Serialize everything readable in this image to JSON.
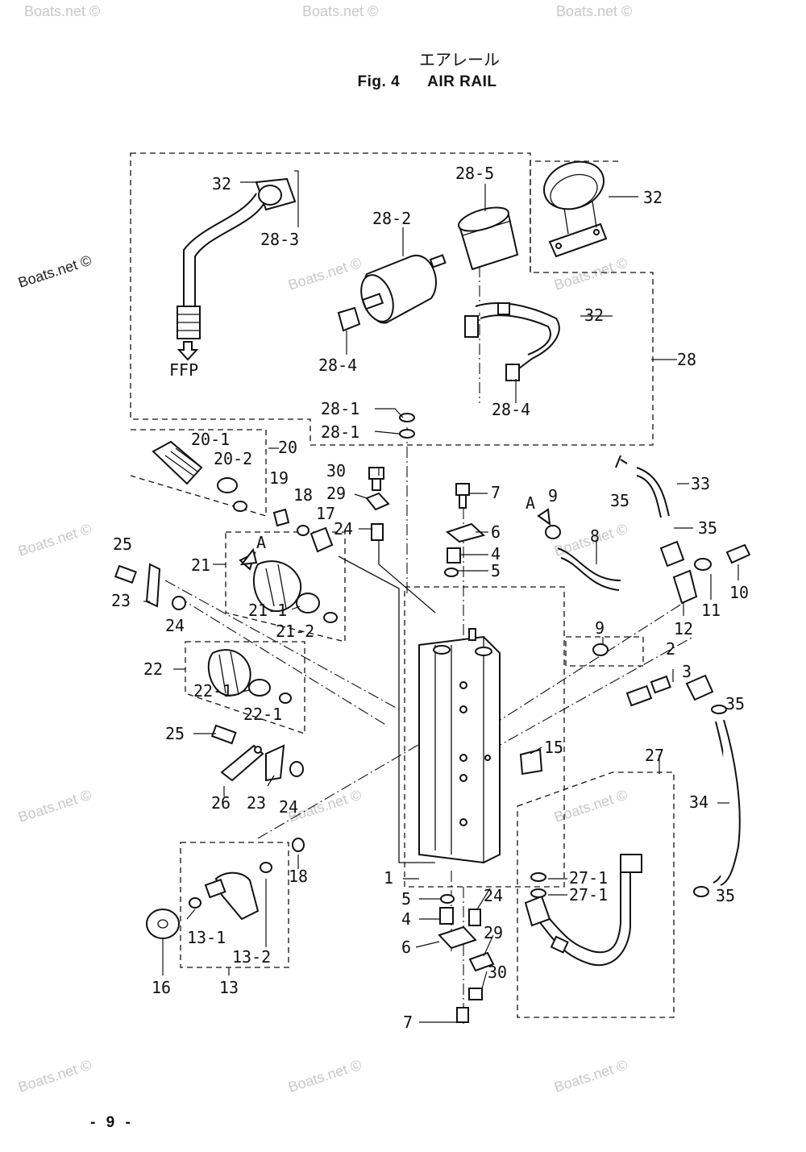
{
  "header": {
    "title_jp": "エアレール",
    "fig_number": "Fig. 4",
    "title_en": "AIR RAIL"
  },
  "page_number": "- 9 -",
  "watermark": "Boats.net ©",
  "arrow_label": "FFP",
  "view_marker": "A",
  "callouts": [
    "32",
    "28-3",
    "28-5",
    "28-2",
    "32",
    "28-4",
    "32",
    "28",
    "28-4",
    "28-1",
    "28-1",
    "20-1",
    "20-2",
    "20",
    "30",
    "29",
    "19",
    "18",
    "17",
    "24",
    "7",
    "A",
    "9",
    "6",
    "4",
    "5",
    "35",
    "33",
    "35",
    "25",
    "21",
    "A",
    "23",
    "21-1",
    "24",
    "21-2",
    "8",
    "10",
    "11",
    "12",
    "9",
    "2",
    "3",
    "22",
    "22-1",
    "22-1",
    "35",
    "25",
    "15",
    "27",
    "26",
    "23",
    "24",
    "34",
    "18",
    "27-1",
    "27-1",
    "1",
    "5",
    "24",
    "35",
    "4",
    "13-1",
    "6",
    "29",
    "13-2",
    "30",
    "16",
    "13",
    "7"
  ]
}
